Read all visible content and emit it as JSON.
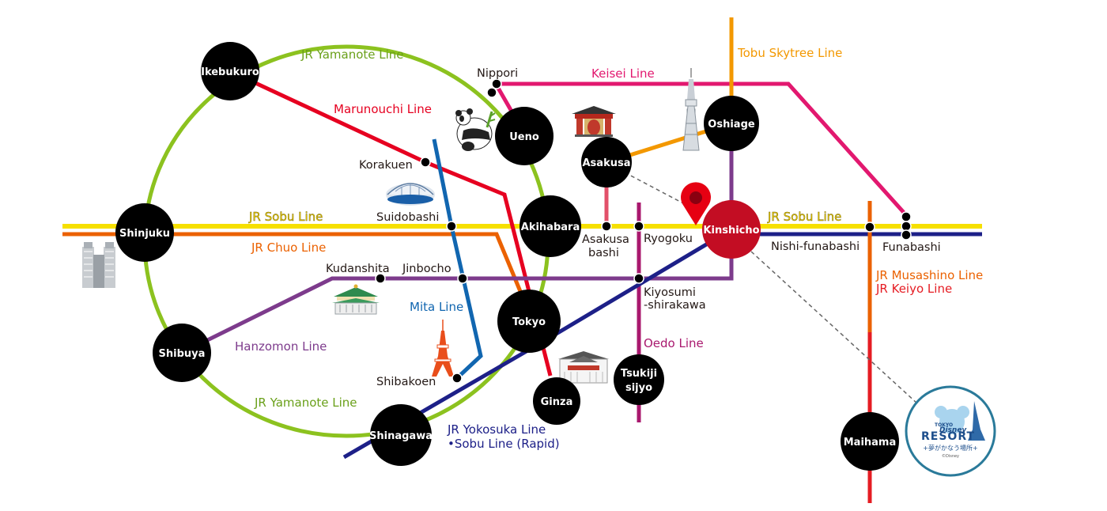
{
  "colors": {
    "yamanote": "#8cc21f",
    "marunouchi": "#e60020",
    "sobu": "#f6e000",
    "chuo": "#eb6100",
    "hanzomon": "#7d3b8c",
    "mita": "#1166b0",
    "oedo": "#a9186e",
    "keisei": "#e2186f",
    "tobu": "#f39800",
    "yokosuka": "#1d2088",
    "keiyo": "#e51c23",
    "kinshicho_hub": "#c30d23",
    "hub": "#000000",
    "resort_ring": "#2a7a9a"
  },
  "hubs": [
    {
      "id": "ikebukuro",
      "name": "Ikebukuro"
    },
    {
      "id": "shinjuku",
      "name": "Shinjuku"
    },
    {
      "id": "shibuya",
      "name": "Shibuya"
    },
    {
      "id": "shinagawa",
      "name": "Shinagawa"
    },
    {
      "id": "ueno",
      "name": "Ueno"
    },
    {
      "id": "akihabara",
      "name": "Akihabara"
    },
    {
      "id": "tokyo",
      "name": "Tokyo"
    },
    {
      "id": "ginza",
      "name": "Ginza"
    },
    {
      "id": "asakusa",
      "name": "Asakusa"
    },
    {
      "id": "oshiage",
      "name": "Oshiage"
    },
    {
      "id": "kinshicho",
      "name": "Kinshicho"
    },
    {
      "id": "tsukiji",
      "name": "Tsukiji",
      "name2": "sijyo"
    },
    {
      "id": "maihama",
      "name": "Maihama"
    }
  ],
  "stations": {
    "nippori": "Nippori",
    "korakuen": "Korakuen",
    "suidobashi": "Suidobashi",
    "kudanshita": "Kudanshita",
    "jinbocho": "Jinbocho",
    "shibakoen": "Shibakoen",
    "asakusabashi_1": "Asakusa",
    "asakusabashi_2": "bashi",
    "ryogoku": "Ryogoku",
    "kiyosumi_1": "Kiyosumi",
    "kiyosumi_2": "-shirakawa",
    "nishi_funabashi": "Nishi-funabashi",
    "funabashi": "Funabashi"
  },
  "lines": {
    "yamanote_top": "JR Yamanote Line",
    "yamanote_bottom": "JR Yamanote Line",
    "marunouchi": "Marunouchi Line",
    "keisei": "Keisei Line",
    "tobu": "Tobu Skytree Line",
    "sobu_left": "JR Sobu Line",
    "sobu_right": "JR Sobu Line",
    "chuo": "JR Chuo Line",
    "mita": "Mita Line",
    "hanzomon": "Hanzomon Line",
    "oedo": "Oedo Line",
    "musashino": "JR Musashino Line",
    "keiyo": "JR Keiyo Line",
    "yokosuka_1": "JR Yokosuka Line",
    "yokosuka_2": "•Sobu Line (Rapid)"
  },
  "resort": {
    "small": "TOKYO",
    "brand": "Disney",
    "title": "RESORT",
    "tagline": "+夢がかなう場所+",
    "copyright": "©Disney"
  }
}
